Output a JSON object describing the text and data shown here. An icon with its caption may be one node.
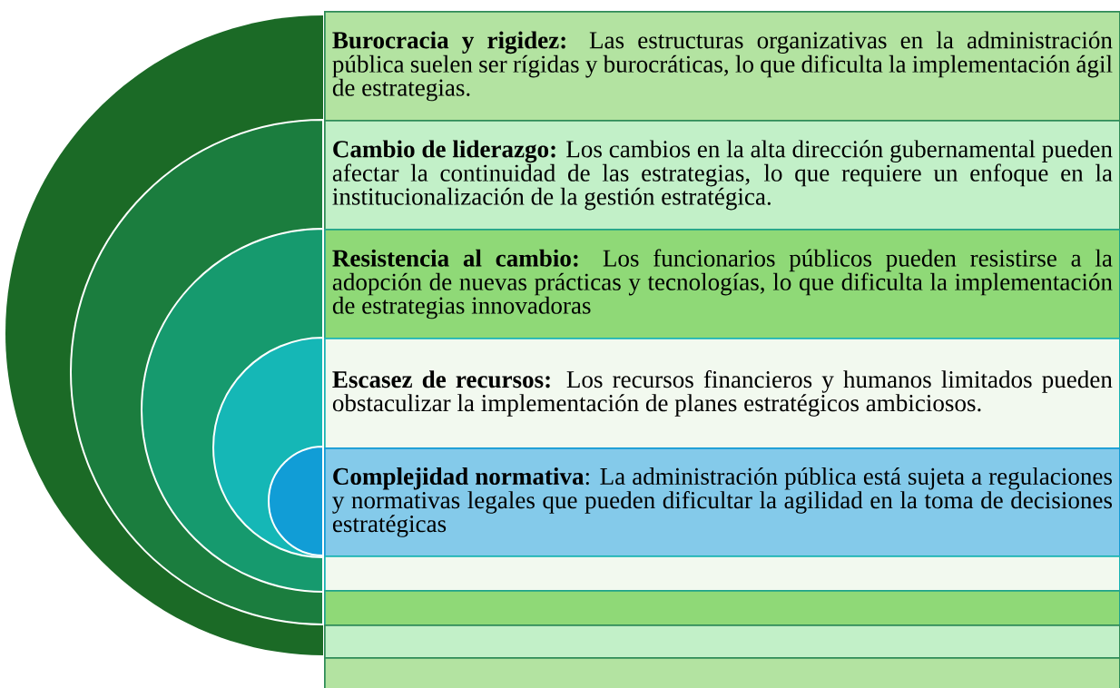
{
  "diagram": {
    "nodes": [
      {
        "text": [
          "**Burocracia y rigidez:** Las estructuras organizativas en la administración pública suelen ser rígidas y burocráticas, lo que dificulta la implementación ágil de estrategias."
        ]
      },
      {
        "text": [
          "**Cambio de liderazgo:** Los cambios en la alta dirección gubernamental pueden afectar la continuidad de las estrategias, lo que requiere un enfoque en la institucionalización de la gestión estratégica."
        ]
      },
      {
        "text": [
          "**Resistencia al cambio:** Los funcionarios públicos pueden resistirse a la adopción de nuevas prácticas y tecnologías, lo que dificulta la implementación de estrategias innovadoras"
        ]
      },
      {
        "text": [
          "**Escasez de recursos:** Los recursos financieros y humanos limitados pueden obstaculizar la implementación de planes estratégicos ambiciosos."
        ]
      },
      {
        "text": [
          "**Complejidad normativa**: La administración pública está sujeta a regulaciones y normativas legales que pueden dificultar la agilidad en la toma de decisiones estratégicas"
        ]
      },
      {
        "text": [],
        "shape": "box"
      },
      {
        "text": [],
        "shape": "box"
      },
      {
        "text": [],
        "shape": "box"
      },
      {
        "text": [],
        "shape": "box"
      }
    ]
  }
}
